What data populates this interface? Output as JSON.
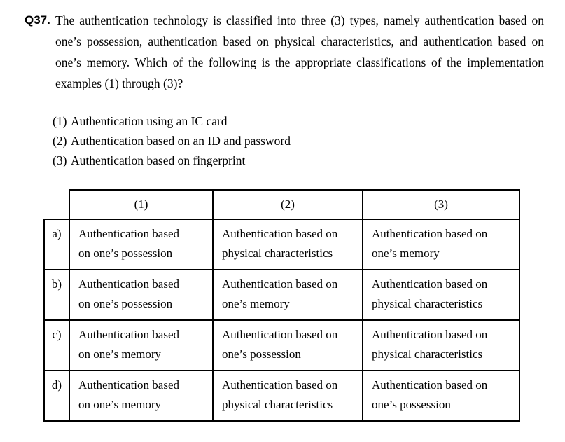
{
  "question": {
    "number": "Q37.",
    "text": "The authentication technology is classified into three (3) types, namely authentication based on one’s possession, authentication based on physical characteristics, and authentication based on one’s memory. Which of the following is the appropriate classifications of the implementation examples (1) through (3)?"
  },
  "examples": [
    {
      "num": "(1)",
      "text": "Authentication using an IC card"
    },
    {
      "num": "(2)",
      "text": "Authentication based on an ID and password"
    },
    {
      "num": "(3)",
      "text": "Authentication based on fingerprint"
    }
  ],
  "answer_table": {
    "column_headers": [
      "(1)",
      "(2)",
      "(3)"
    ],
    "rows": [
      {
        "option": "a)",
        "cells": [
          "Authentication based\non one’s possession",
          "Authentication based on\nphysical characteristics",
          "Authentication based on\none’s memory"
        ]
      },
      {
        "option": "b)",
        "cells": [
          "Authentication based\non one’s possession",
          "Authentication based on\none’s memory",
          "Authentication based on\nphysical characteristics"
        ]
      },
      {
        "option": "c)",
        "cells": [
          "Authentication based\non one’s memory",
          "Authentication based on\none’s possession",
          "Authentication based on\nphysical characteristics"
        ]
      },
      {
        "option": "d)",
        "cells": [
          "Authentication based\non one’s memory",
          "Authentication based on\nphysical characteristics",
          "Authentication based on\none’s possession"
        ]
      }
    ]
  },
  "colors": {
    "text": "#000000",
    "background": "#ffffff",
    "table_border": "#000000"
  }
}
